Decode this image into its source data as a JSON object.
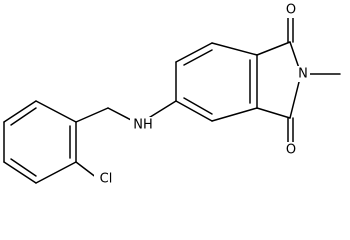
{
  "molecule": {
    "atoms": {
      "oxygen_top": "O",
      "nitrogen_ring": "N",
      "methyl": "",
      "oxygen_bottom": "O",
      "amine": "NH",
      "chlorine": "Cl"
    }
  }
}
